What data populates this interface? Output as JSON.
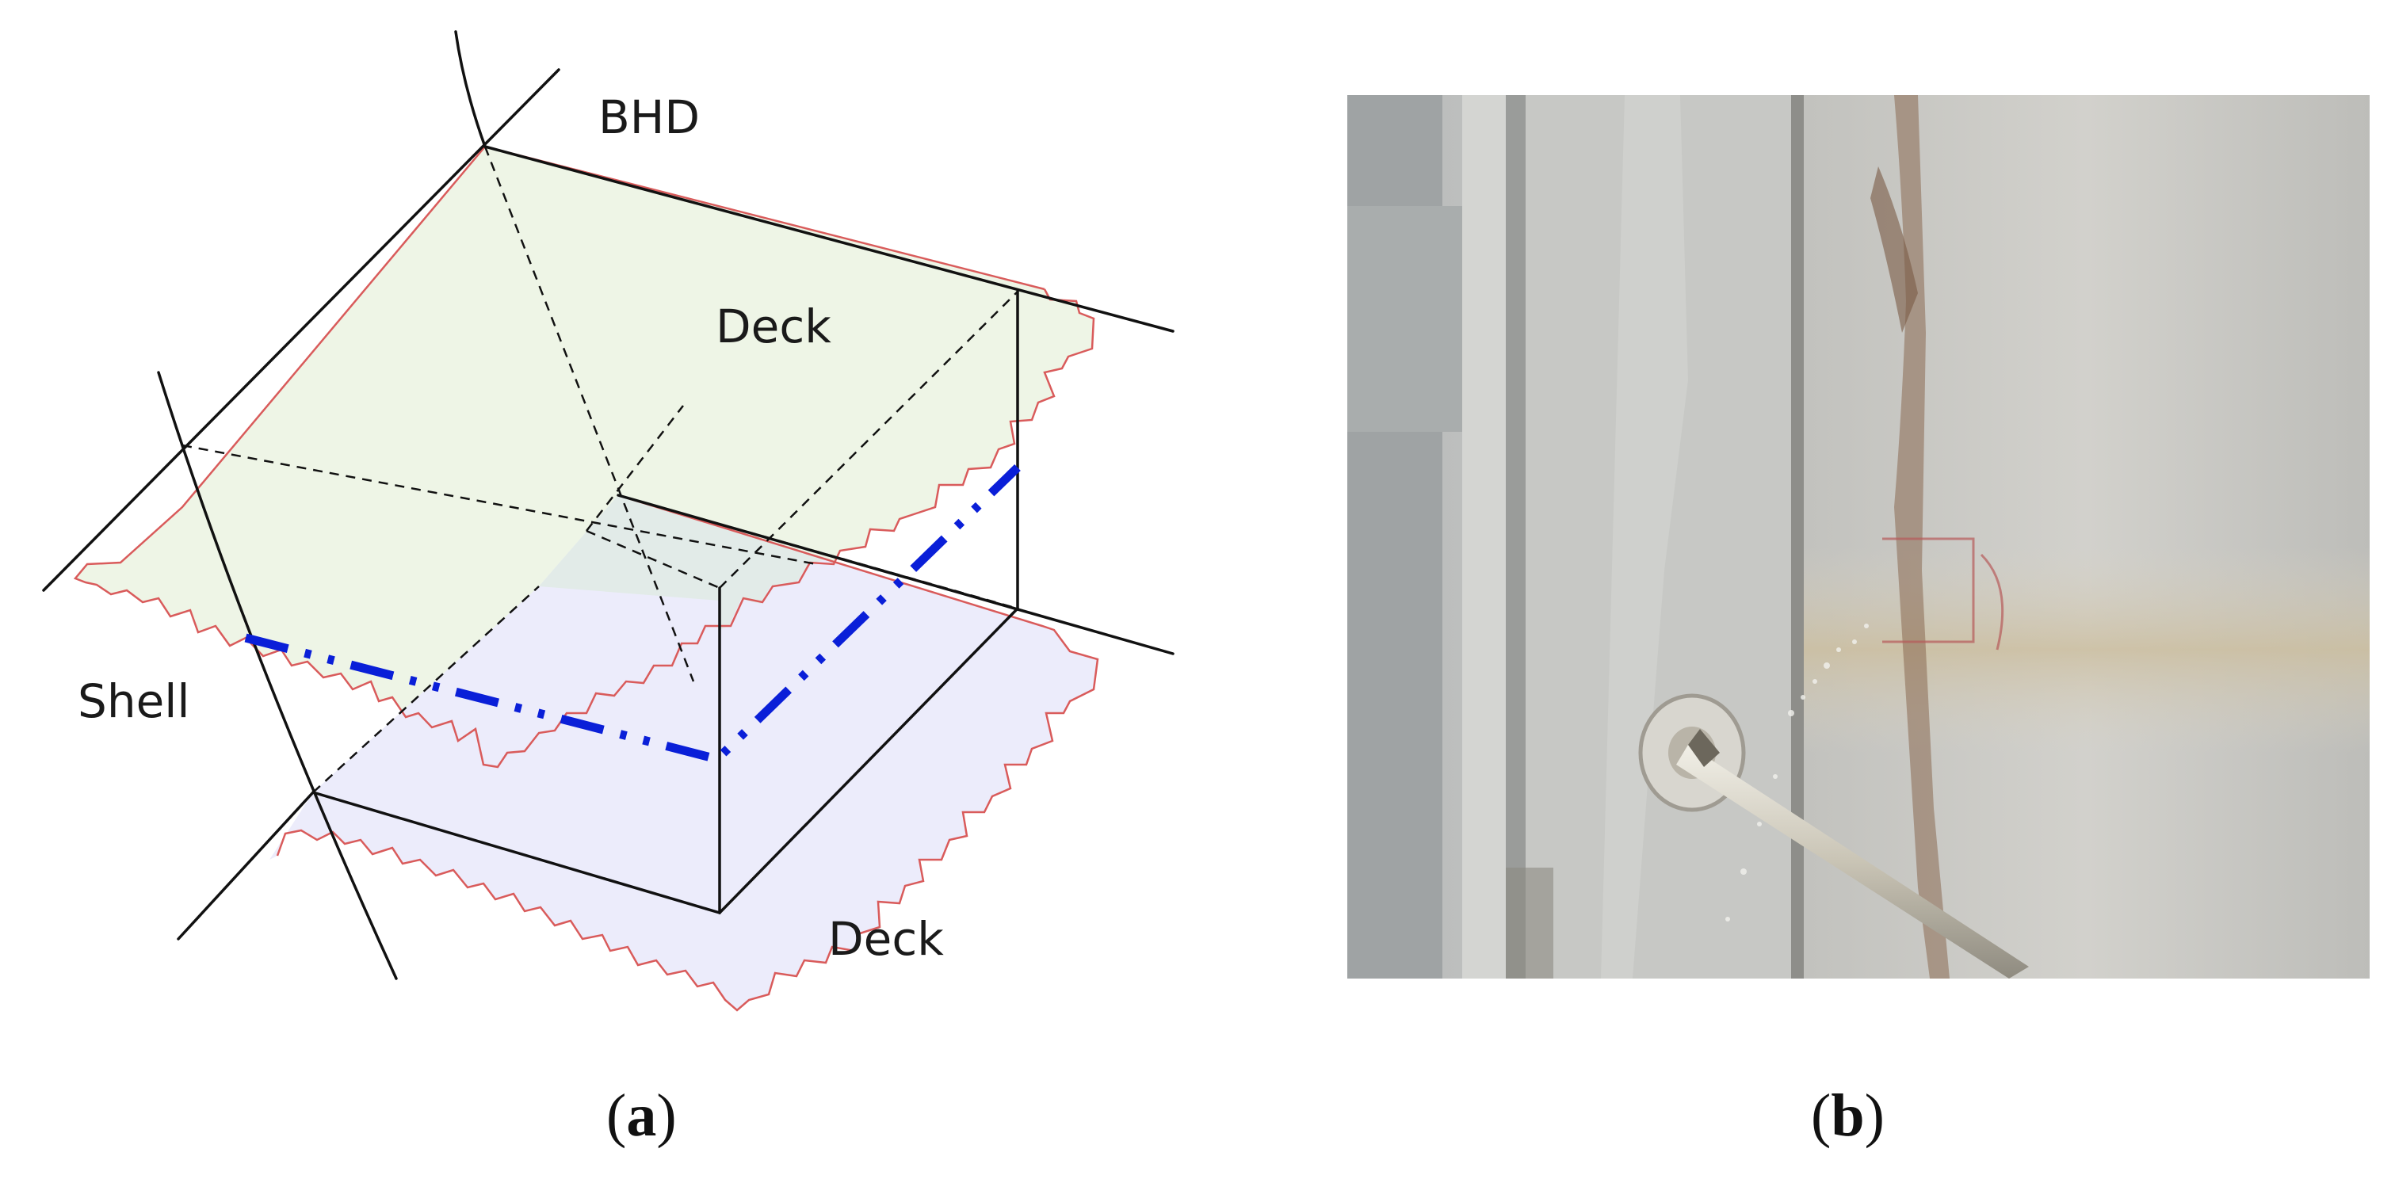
{
  "diagram": {
    "labels": {
      "bhd": "BHD",
      "deck_top": "Deck",
      "shell": "Shell",
      "deck_bottom": "Deck"
    },
    "colors": {
      "upper_deck_fill": "#eef5e6",
      "lower_deck_fill": "#ececfb",
      "overlap_fill": "#e2ebe8",
      "cut_edge": "#d95b5b",
      "structure_line": "#111111",
      "weld_line": "#0a1fd8"
    }
  },
  "captions": {
    "a_open": "(",
    "a_letter": "a",
    "a_close": ")",
    "b_open": "(",
    "b_letter": "b",
    "b_close": ")"
  }
}
